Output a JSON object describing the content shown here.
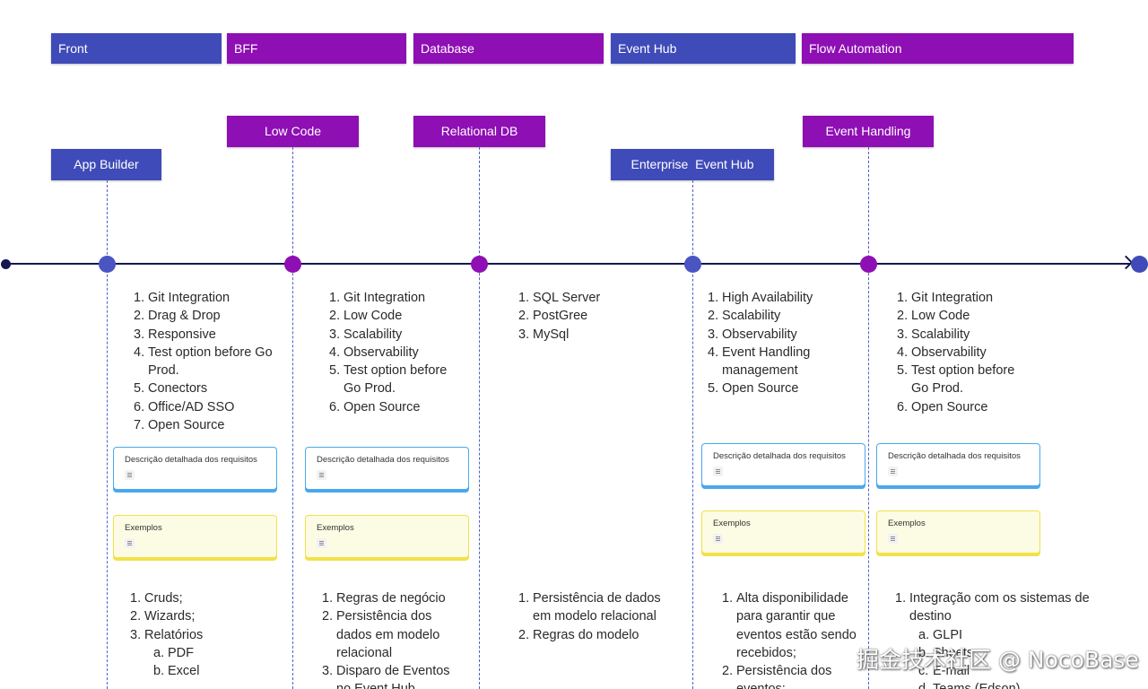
{
  "categories": [
    {
      "label": "Front",
      "color": "#3f4bb8"
    },
    {
      "label": "BFF",
      "color": "#8e0fb3"
    },
    {
      "label": "Database",
      "color": "#8e0fb3"
    },
    {
      "label": "Event Hub",
      "color": "#3f4bb8"
    },
    {
      "label": "Flow Automation",
      "color": "#8e0fb3"
    }
  ],
  "subnodes": [
    {
      "label": "App Builder"
    },
    {
      "label": "Low Code"
    },
    {
      "label": "Relational DB"
    },
    {
      "label": "Enterprise  Event Hub"
    },
    {
      "label": "Event Handling"
    }
  ],
  "card_labels": {
    "description": "Descrição detalhada dos requisitos",
    "examples": "Exemplos"
  },
  "requirements": [
    {
      "items": [
        {
          "n": "1.",
          "t": "Git Integration"
        },
        {
          "n": "2.",
          "t": "Drag & Drop"
        },
        {
          "n": "3.",
          "t": "Responsive"
        },
        {
          "n": "4.",
          "t": "Test option before Go Prod."
        },
        {
          "n": "5.",
          "t": "Conectors"
        },
        {
          "n": "6.",
          "t": "Office/AD SSO"
        },
        {
          "n": "7.",
          "t": "Open Source"
        }
      ]
    },
    {
      "items": [
        {
          "n": "1.",
          "t": "Git Integration"
        },
        {
          "n": "2.",
          "t": "Low Code"
        },
        {
          "n": "3.",
          "t": "Scalability"
        },
        {
          "n": "4.",
          "t": "Observability"
        },
        {
          "n": "5.",
          "t": "Test option before Go Prod."
        },
        {
          "n": "6.",
          "t": "Open Source"
        }
      ]
    },
    {
      "items": [
        {
          "n": "1.",
          "t": "SQL Server"
        },
        {
          "n": "2.",
          "t": "PostGree"
        },
        {
          "n": "3.",
          "t": "MySql"
        }
      ]
    },
    {
      "items": [
        {
          "n": "1.",
          "t": "High Availability"
        },
        {
          "n": "2.",
          "t": "Scalability"
        },
        {
          "n": "3.",
          "t": "Observability"
        },
        {
          "n": "4.",
          "t": "Event Handling management"
        },
        {
          "n": "5.",
          "t": "Open Source"
        }
      ]
    },
    {
      "items": [
        {
          "n": "1.",
          "t": "Git Integration"
        },
        {
          "n": "2.",
          "t": "Low Code"
        },
        {
          "n": "3.",
          "t": "Scalability"
        },
        {
          "n": "4.",
          "t": "Observability"
        },
        {
          "n": "5.",
          "t": "Test option before Go Prod."
        },
        {
          "n": "6.",
          "t": "Open Source"
        }
      ]
    }
  ],
  "examples": [
    {
      "items": [
        {
          "n": "1.",
          "t": "Cruds;"
        },
        {
          "n": "2.",
          "t": "Wizards;"
        },
        {
          "n": "3.",
          "t": "Relatórios"
        },
        {
          "n": "a.",
          "t": "PDF",
          "sub": true
        },
        {
          "n": "b.",
          "t": "Excel",
          "sub": true
        }
      ]
    },
    {
      "items": [
        {
          "n": "1.",
          "t": "Regras de negócio"
        },
        {
          "n": "2.",
          "t": "Persistência dos dados em modelo relacional"
        },
        {
          "n": "3.",
          "t": "Disparo de Eventos no Event Hub"
        }
      ]
    },
    {
      "items": [
        {
          "n": "1.",
          "t": "Persistência de dados  em modelo relacional"
        },
        {
          "n": "2.",
          "t": "Regras do modelo"
        }
      ]
    },
    {
      "items": [
        {
          "n": "1.",
          "t": "Alta disponibilidade para garantir que eventos estão sendo recebidos;"
        },
        {
          "n": "2.",
          "t": "Persistência dos eventos;"
        }
      ]
    },
    {
      "items": [
        {
          "n": "1.",
          "t": "Integração com os sistemas de destino"
        },
        {
          "n": "a.",
          "t": "GLPI",
          "sub": true
        },
        {
          "n": "b.",
          "t": "Sheets",
          "sub": true
        },
        {
          "n": "c.",
          "t": "E-mail",
          "sub": true
        },
        {
          "n": "d.",
          "t": "Teams (Edson)",
          "sub": true
        }
      ]
    }
  ],
  "watermark": "掘金技术社区 @ NocoBase"
}
